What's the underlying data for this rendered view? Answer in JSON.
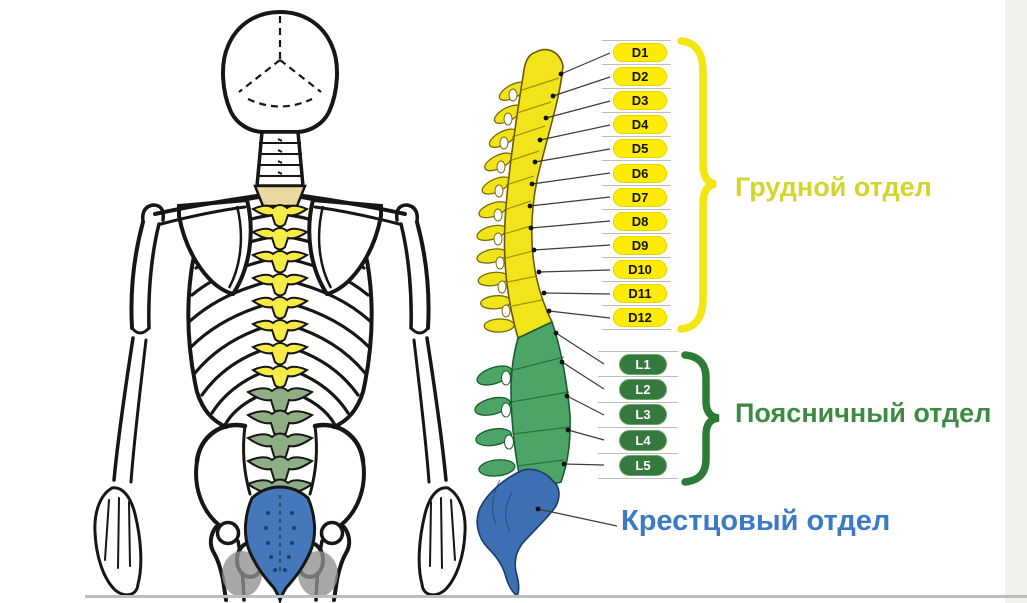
{
  "diagram": {
    "type": "spine-anatomy-infographic",
    "language": "ru"
  },
  "sections": {
    "thoracic": {
      "name": "Грудной отдел",
      "label_color": "#d4d42e",
      "bracket_color": "#f2e60e",
      "pill_bg": "#ffec00",
      "pill_text": "#111111",
      "spine_color": "#f2e41a",
      "vertebrae": [
        "D1",
        "D2",
        "D3",
        "D4",
        "D5",
        "D6",
        "D7",
        "D8",
        "D9",
        "D10",
        "D11",
        "D12"
      ]
    },
    "lumbar": {
      "name": "Поясничный отдел",
      "label_color": "#3f8a42",
      "bracket_color": "#2e7b37",
      "pill_bg": "#36793e",
      "pill_text": "#ffffff",
      "spine_color": "#4ca566",
      "vertebrae": [
        "L1",
        "L2",
        "L3",
        "L4",
        "L5"
      ]
    },
    "sacral": {
      "name": "Крестцовый отдел",
      "label_color": "#3b7ac6",
      "spine_color": "#3e6fb3"
    }
  },
  "skeleton_highlight": {
    "cervicothoracic_junction": "#ecd7a0",
    "thoracic": "#f6ec45",
    "lumbar": "#8fae85",
    "sacral": "#4577bb"
  }
}
